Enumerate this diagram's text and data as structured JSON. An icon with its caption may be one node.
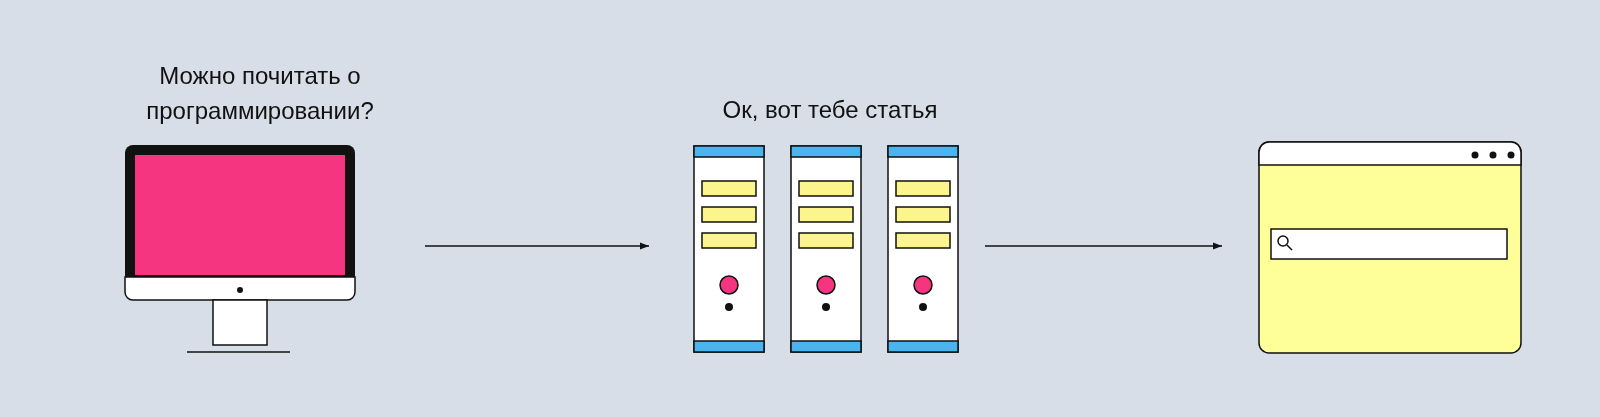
{
  "diagram": {
    "nodes": [
      {
        "text": [
          "Можно почитать о программировании?"
        ]
      },
      {
        "text": [
          "Ок, вот тебе статья"
        ]
      },
      {
        "text": [],
        "shape": "picture"
      }
    ],
    "edges": [
      {
        "from": 0,
        "to": 1,
        "arrow": "to"
      },
      {
        "from": 1,
        "to": 2,
        "arrow": "to"
      }
    ]
  }
}
